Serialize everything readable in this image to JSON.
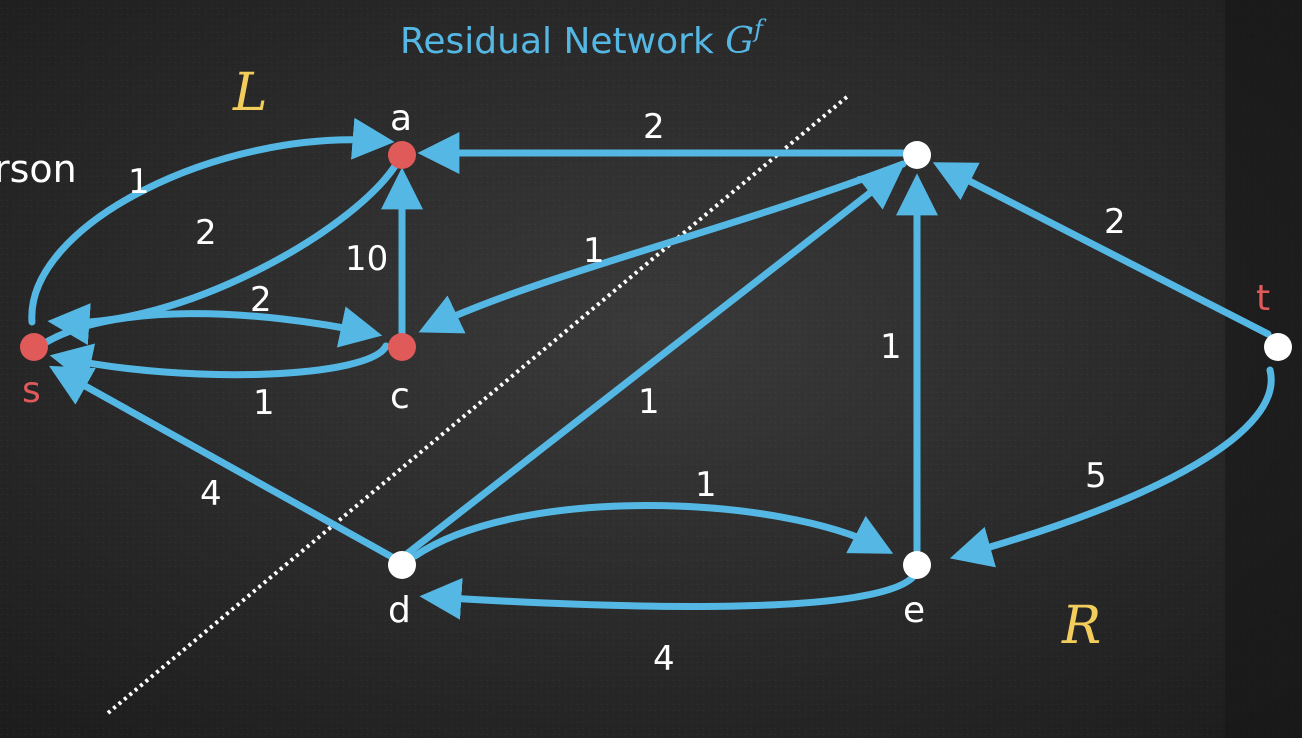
{
  "title": {
    "text": "Residual Network ",
    "symbol": "G",
    "superscript": "f"
  },
  "partial_text": "rson",
  "set_labels": {
    "left": "L",
    "right": "R"
  },
  "nodes": {
    "a": {
      "label": "a"
    },
    "c": {
      "label": "c"
    },
    "s": {
      "label": "s"
    },
    "d": {
      "label": "d"
    },
    "e": {
      "label": "e"
    },
    "t": {
      "label": "t"
    }
  },
  "edge_labels": {
    "s_to_a": "1",
    "a_to_s": "2",
    "s_to_c": "2",
    "c_to_s": "1",
    "c_to_a": "10",
    "top_to_a": "2",
    "top_to_c": "1",
    "t_to_top": "2",
    "e_to_top": "1",
    "d_to_top": "1",
    "d_to_s": "4",
    "d_to_e": "1",
    "e_to_d": "4",
    "t_to_e": "5"
  },
  "colors": {
    "edge": "#55b8e4",
    "source_sink_node": "#e05a5a",
    "other_node": "#ffffff",
    "set_label": "#f2cd5c",
    "title": "#55b8e4",
    "text": "#ffffff",
    "st_label": "#e05a5a"
  }
}
